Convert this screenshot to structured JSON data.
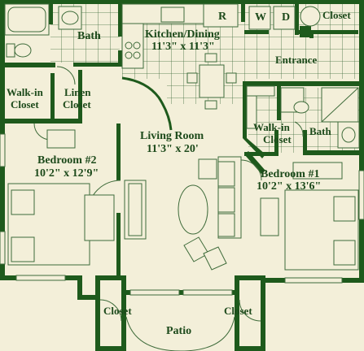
{
  "rooms": {
    "bath_top": {
      "name": "Bath"
    },
    "kitchen": {
      "name": "Kitchen/Dining",
      "size": "11'3\" x 11'3\""
    },
    "entrance": {
      "name": "Entrance"
    },
    "closet_top": {
      "name": "Closet"
    },
    "range": {
      "name": "R"
    },
    "washer": {
      "name": "W"
    },
    "dryer": {
      "name": "D"
    },
    "walkin_left": {
      "line1": "Walk-in",
      "line2": "Closet"
    },
    "linen": {
      "line1": "Linen",
      "line2": "Closet"
    },
    "living": {
      "name": "Living Room",
      "size": "11'3\" x 20'"
    },
    "bedroom2": {
      "name": "Bedroom #2",
      "size": "10'2\" x 12'9\""
    },
    "walkin_right": {
      "line1": "Walk-in",
      "line2": "Closet"
    },
    "bath_right": {
      "name": "Bath"
    },
    "bedroom1": {
      "name": "Bedroom #1",
      "size": "10'2\" x 13'6\""
    },
    "closet_left": {
      "name": "Closet"
    },
    "closet_right": {
      "name": "Closet"
    },
    "patio": {
      "name": "Patio"
    }
  },
  "colors": {
    "wall": "#1e5a1c",
    "line": "#3e6b3a",
    "floor": "#f3efd9",
    "text": "#1d4a1b"
  }
}
